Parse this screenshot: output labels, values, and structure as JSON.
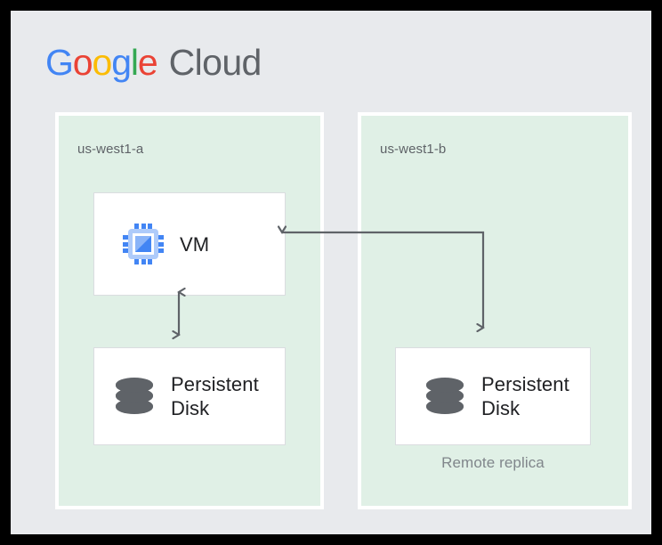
{
  "brand": {
    "logo_google": "Google",
    "logo_google_letters": [
      "G",
      "o",
      "o",
      "g",
      "l",
      "e"
    ],
    "logo_cloud": "Cloud",
    "colors": {
      "blue": "#4285F4",
      "red": "#EA4335",
      "yellow": "#FBBC05",
      "green": "#34A853",
      "gray": "#5F6368"
    }
  },
  "diagram": {
    "type": "architecture",
    "background": "#E8EAED",
    "zone_fill": "#E0F0E6",
    "card_fill": "#FFFFFF",
    "zones": [
      {
        "id": "zone-a",
        "label": "us-west1-a",
        "nodes": [
          {
            "id": "vm",
            "label": "VM",
            "icon": "cpu-chip-icon"
          },
          {
            "id": "pd-a",
            "label": "Persistent\nDisk",
            "icon": "database-disk-icon"
          }
        ]
      },
      {
        "id": "zone-b",
        "label": "us-west1-b",
        "nodes": [
          {
            "id": "pd-b",
            "label": "Persistent\nDisk",
            "icon": "database-disk-icon"
          }
        ],
        "caption": "Remote replica"
      }
    ],
    "connectors": [
      {
        "id": "vm-to-pd-a",
        "from": "vm",
        "to": "pd-a",
        "style": "bidirectional",
        "orientation": "vertical",
        "color": "#5F6368"
      },
      {
        "id": "vm-to-pd-b",
        "from": "vm",
        "to": "pd-b",
        "style": "elbow-double-arrow",
        "orientation": "horizontal-then-down",
        "color": "#5F6368"
      }
    ]
  }
}
